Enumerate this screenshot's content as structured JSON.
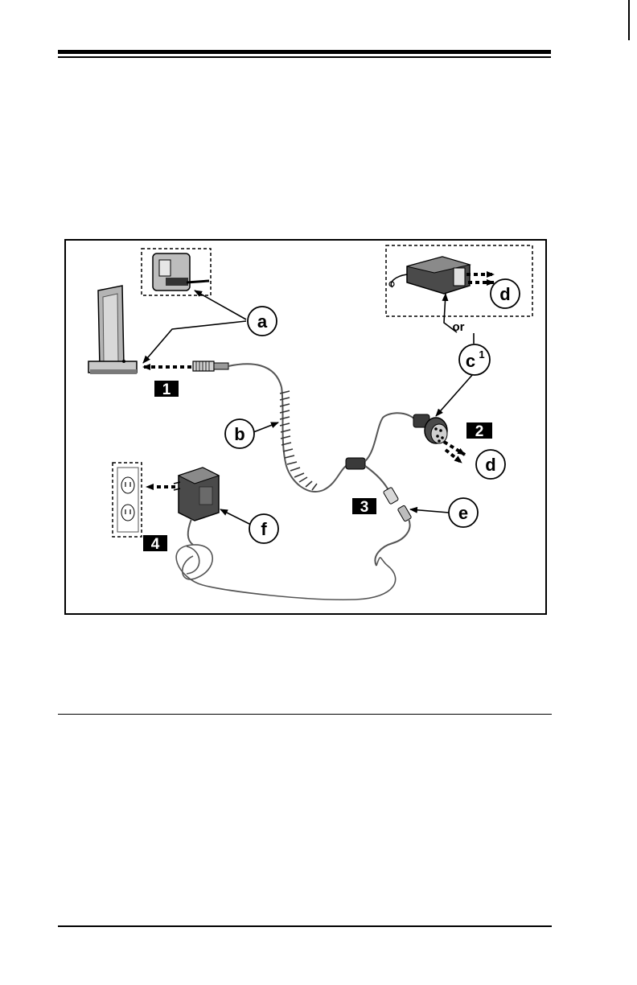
{
  "figure": {
    "callouts": {
      "a": "a",
      "b": "b",
      "c": "c",
      "c_superscript": "1",
      "d1": "d",
      "d2": "d",
      "e": "e",
      "f": "f"
    },
    "steps": [
      "1",
      "2",
      "3",
      "4"
    ],
    "or_label": "or"
  },
  "colors": {
    "ink": "#000000",
    "device_gray": "#b4b4b4",
    "dark_gray": "#555555"
  }
}
